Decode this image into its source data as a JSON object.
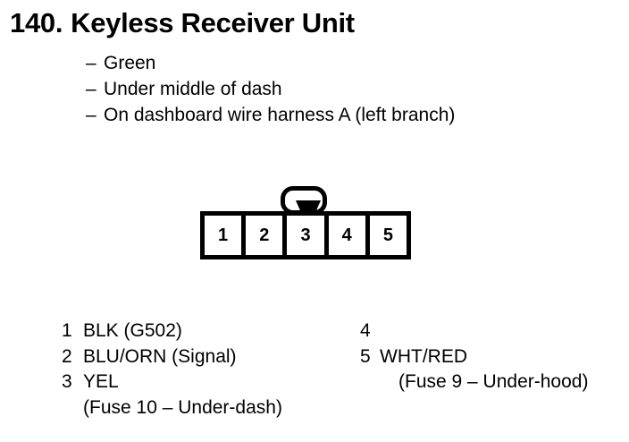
{
  "title": {
    "number": "140.",
    "name": "Keyless Receiver Unit"
  },
  "description": {
    "bullet": "–",
    "items": [
      "Green",
      "Under middle of dash",
      "On dashboard wire harness A (left branch)"
    ]
  },
  "connector": {
    "terminals": [
      "1",
      "2",
      "3",
      "4",
      "5"
    ],
    "latch_position": "top-center"
  },
  "legend": {
    "left": {
      "rows": [
        {
          "pin": "1",
          "wire": "BLK (G502)"
        },
        {
          "pin": "2",
          "wire": "BLU/ORN (Signal)"
        },
        {
          "pin": "3",
          "wire": "YEL"
        }
      ],
      "sub": "(Fuse 10 – Under-dash)"
    },
    "right": {
      "rows": [
        {
          "pin": "4",
          "wire": ""
        },
        {
          "pin": "5",
          "wire": "WHT/RED"
        }
      ],
      "sub": "(Fuse 9 – Under-hood)"
    }
  },
  "colors": {
    "ink": "#000000",
    "background": "#ffffff"
  }
}
